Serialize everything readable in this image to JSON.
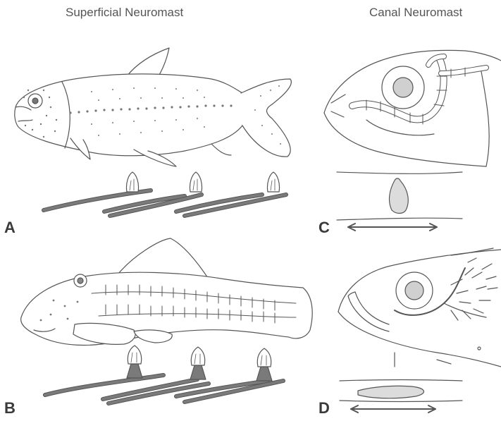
{
  "columns": {
    "left_title": "Superficial Neuromast",
    "right_title": "Canal Neuromast"
  },
  "panels": {
    "a": "A",
    "b": "B",
    "c": "C",
    "d": "D"
  },
  "colors": {
    "outline": "#555555",
    "fiber": "#7a7a7a",
    "cupula": "#dcdcdc"
  }
}
